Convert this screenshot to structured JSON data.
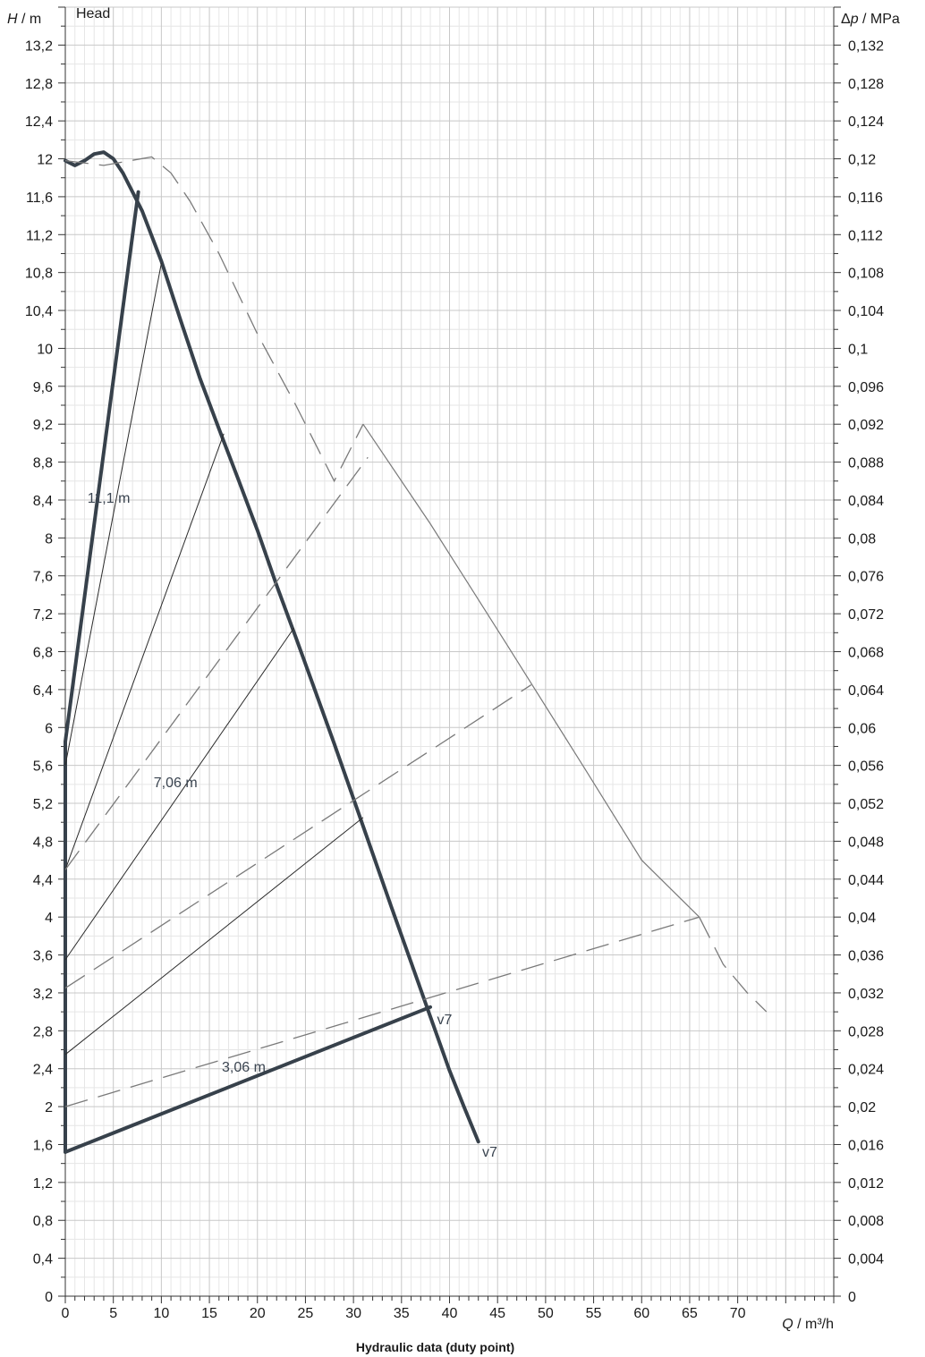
{
  "chart_data": {
    "type": "line",
    "title": "Head",
    "caption": "Hydraulic data (duty point)",
    "xlabel_var": "Q",
    "xlabel_unit": " / m³/h",
    "ylabel_var": "H",
    "ylabel_unit": " / m",
    "y2label_prefix": "Δ",
    "y2label_var": "p",
    "y2label_unit": " / MPa",
    "xlim": [
      0,
      80
    ],
    "ylim": [
      0,
      13.6
    ],
    "y2lim": [
      0,
      0.136
    ],
    "x_ticks": [
      0,
      5,
      10,
      15,
      20,
      25,
      30,
      35,
      40,
      45,
      50,
      55,
      60,
      65,
      70
    ],
    "x_tick_labels": [
      "0",
      "5",
      "10",
      "15",
      "20",
      "25",
      "30",
      "35",
      "40",
      "45",
      "50",
      "55",
      "60",
      "65",
      "70"
    ],
    "y_ticks": [
      0,
      0.4,
      0.8,
      1.2,
      1.6,
      2,
      2.4,
      2.8,
      3.2,
      3.6,
      4,
      4.4,
      4.8,
      5.2,
      5.6,
      6,
      6.4,
      6.8,
      7.2,
      7.6,
      8,
      8.4,
      8.8,
      9.2,
      9.6,
      10,
      10.4,
      10.8,
      11.2,
      11.6,
      12,
      12.4,
      12.8,
      13.2
    ],
    "y_tick_labels": [
      "0",
      "0,4",
      "0,8",
      "1,2",
      "1,6",
      "2",
      "2,4",
      "2,8",
      "3,2",
      "3,6",
      "4",
      "4,4",
      "4,8",
      "5,2",
      "5,6",
      "6",
      "6,4",
      "6,8",
      "7,2",
      "7,6",
      "8",
      "8,4",
      "8,8",
      "9,2",
      "9,6",
      "10",
      "10,4",
      "10,8",
      "11,2",
      "11,6",
      "12",
      "12,4",
      "12,8",
      "13,2"
    ],
    "y2_ticks": [
      0,
      0.004,
      0.008,
      0.012,
      0.016,
      0.02,
      0.024,
      0.028,
      0.032,
      0.036,
      0.04,
      0.044,
      0.048,
      0.052,
      0.056,
      0.06,
      0.064,
      0.068,
      0.072,
      0.076,
      0.08,
      0.084,
      0.088,
      0.092,
      0.096,
      0.1,
      0.104,
      0.108,
      0.112,
      0.116,
      0.12,
      0.124,
      0.128,
      0.132
    ],
    "y2_tick_labels": [
      "0",
      "0,004",
      "0,008",
      "0,012",
      "0,016",
      "0,02",
      "0,024",
      "0,028",
      "0,032",
      "0,036",
      "0,04",
      "0,044",
      "0,048",
      "0,052",
      "0,056",
      "0,06",
      "0,064",
      "0,068",
      "0,072",
      "0,076",
      "0,08",
      "0,084",
      "0,088",
      "0,092",
      "0,096",
      "0,1",
      "0,104",
      "0,108",
      "0,112",
      "0,116",
      "0,12",
      "0,124",
      "0,128",
      "0,132"
    ],
    "grid": true,
    "colors": {
      "dark": "#37414b",
      "thin": "#2a2a2a",
      "dash": "#7a7a7a",
      "grid_major": "#c8c8c8",
      "grid_minor": "#e6e6e6"
    },
    "series": [
      {
        "style": "thick",
        "points": [
          [
            0,
            11.98
          ],
          [
            1,
            11.93
          ],
          [
            2,
            11.98
          ],
          [
            3,
            12.05
          ],
          [
            4,
            12.07
          ],
          [
            5,
            12.0
          ],
          [
            6,
            11.85
          ],
          [
            8,
            11.45
          ],
          [
            10,
            10.92
          ],
          [
            12,
            10.3
          ],
          [
            14,
            9.69
          ],
          [
            16,
            9.15
          ],
          [
            18,
            8.62
          ],
          [
            20,
            8.08
          ],
          [
            22,
            7.5
          ],
          [
            24,
            6.95
          ],
          [
            26,
            6.39
          ],
          [
            28,
            5.83
          ],
          [
            30,
            5.25
          ],
          [
            32,
            4.67
          ],
          [
            34,
            4.09
          ],
          [
            36,
            3.52
          ],
          [
            38,
            2.95
          ],
          [
            40,
            2.38
          ],
          [
            41.5,
            2.0
          ],
          [
            43,
            1.63
          ]
        ]
      },
      {
        "style": "thick",
        "points": [
          [
            0,
            1.52
          ],
          [
            38,
            3.05
          ]
        ]
      },
      {
        "style": "thick",
        "points": [
          [
            0,
            5.85
          ],
          [
            7.6,
            11.65
          ]
        ]
      },
      {
        "style": "thick",
        "points": [
          [
            0,
            1.52
          ],
          [
            0,
            5.85
          ]
        ]
      },
      {
        "style": "thin",
        "points": [
          [
            0,
            5.6
          ],
          [
            10,
            10.9
          ]
        ]
      },
      {
        "style": "thin",
        "points": [
          [
            0,
            4.5
          ],
          [
            16.5,
            9.1
          ]
        ]
      },
      {
        "style": "thin",
        "points": [
          [
            0,
            3.55
          ],
          [
            23.8,
            7.05
          ]
        ]
      },
      {
        "style": "thin",
        "points": [
          [
            0,
            2.55
          ],
          [
            31,
            5.05
          ]
        ]
      },
      {
        "style": "thin-gray",
        "points": [
          [
            31,
            9.2
          ],
          [
            38,
            8.15
          ],
          [
            46,
            6.87
          ],
          [
            54,
            5.58
          ],
          [
            60,
            4.6
          ],
          [
            66,
            4.0
          ]
        ]
      },
      {
        "style": "dashed",
        "points": [
          [
            0,
            11.98
          ],
          [
            4,
            11.93
          ],
          [
            9,
            12.02
          ],
          [
            11,
            11.85
          ],
          [
            13,
            11.55
          ],
          [
            16,
            11.0
          ],
          [
            20,
            10.15
          ],
          [
            24,
            9.4
          ],
          [
            28,
            8.6
          ],
          [
            31,
            9.2
          ]
        ]
      },
      {
        "style": "dashed",
        "points": [
          [
            66,
            4.0
          ],
          [
            68.5,
            3.5
          ],
          [
            71,
            3.2
          ],
          [
            73,
            3.0
          ]
        ]
      },
      {
        "style": "dashed",
        "points": [
          [
            0,
            4.5
          ],
          [
            31.5,
            8.85
          ]
        ]
      },
      {
        "style": "dashed",
        "points": [
          [
            0,
            3.25
          ],
          [
            48.5,
            6.45
          ]
        ]
      },
      {
        "style": "dashed",
        "points": [
          [
            0,
            2.0
          ],
          [
            66,
            4.0
          ]
        ]
      }
    ],
    "annotations": [
      {
        "text": "11,1 m",
        "x": 2.3,
        "y": 8.37
      },
      {
        "text": "7,06 m",
        "x": 9.2,
        "y": 5.37
      },
      {
        "text": "3,06 m",
        "x": 16.3,
        "y": 2.37
      },
      {
        "text": "v7",
        "x": 38.7,
        "y": 2.87
      },
      {
        "text": "v7",
        "x": 43.4,
        "y": 1.47
      }
    ]
  }
}
